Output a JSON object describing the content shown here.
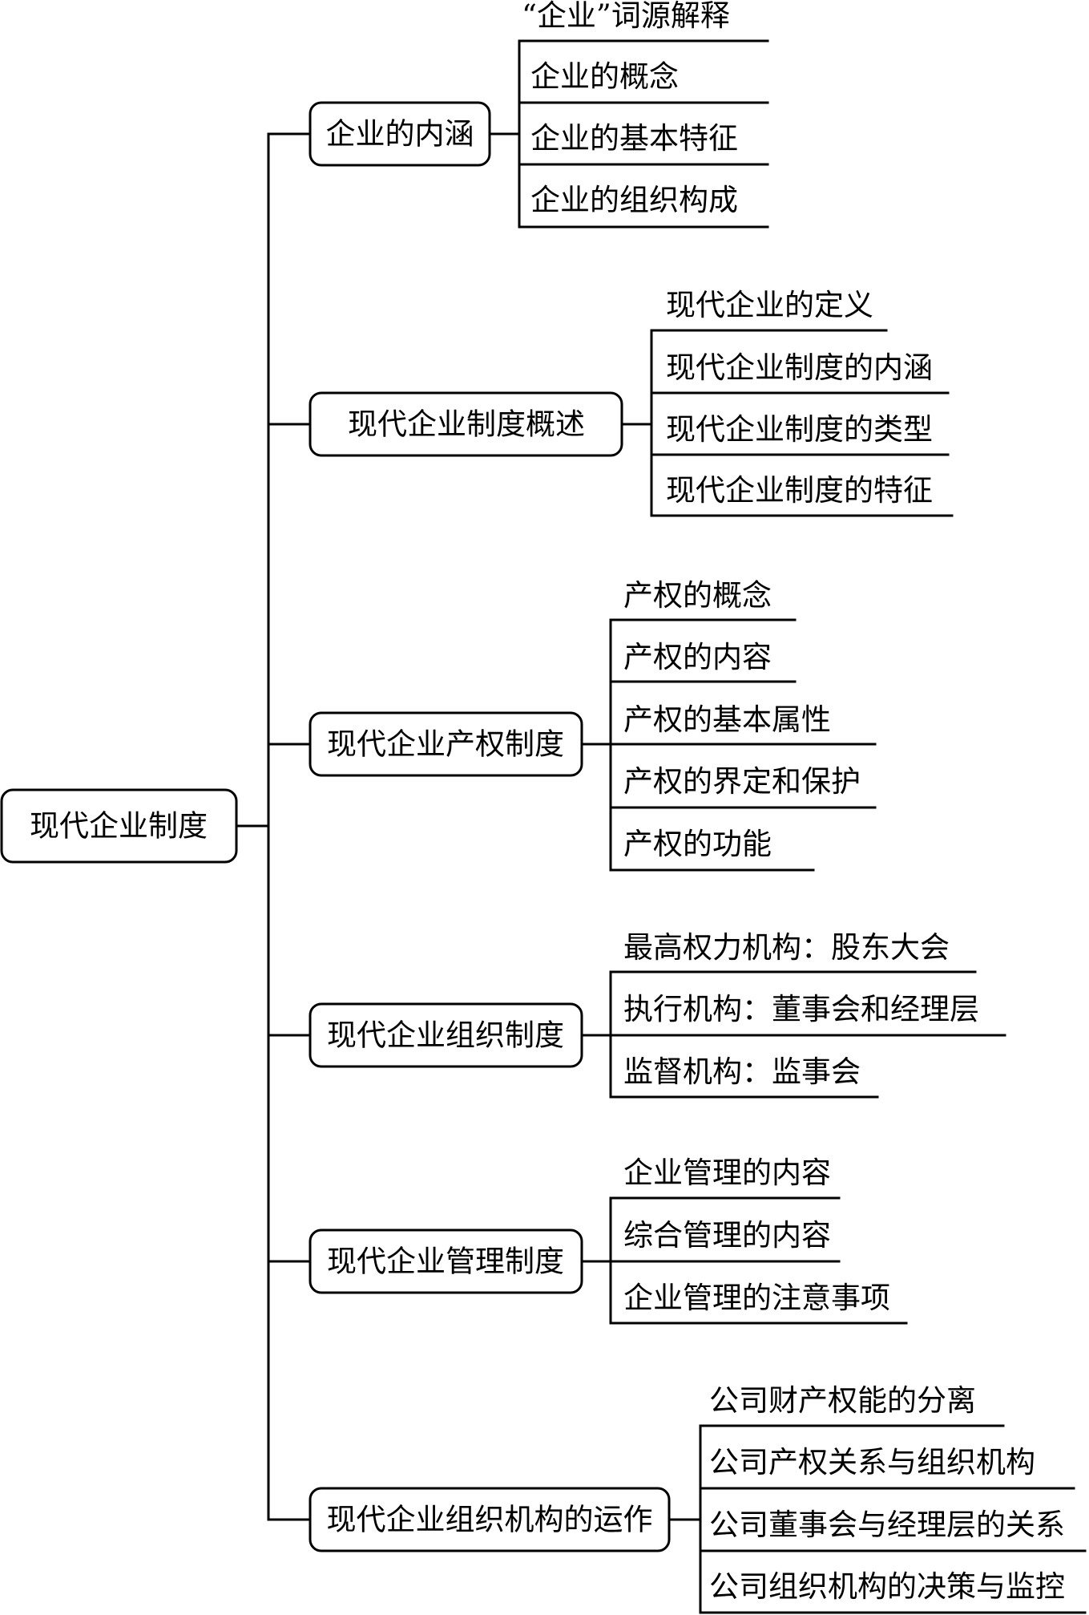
{
  "root": {
    "label": "现代企业制度"
  },
  "branches": [
    {
      "label": "企业的内涵",
      "items": [
        "“企业”词源解释",
        "企业的概念",
        "企业的基本特征",
        "企业的组织构成"
      ]
    },
    {
      "label": "现代企业制度概述",
      "items": [
        "现代企业的定义",
        "现代企业制度的内涵",
        "现代企业制度的类型",
        "现代企业制度的特征"
      ]
    },
    {
      "label": "现代企业产权制度",
      "items": [
        "产权的概念",
        "产权的内容",
        "产权的基本属性",
        "产权的界定和保护",
        "产权的功能"
      ]
    },
    {
      "label": "现代企业组织制度",
      "items": [
        "最高权力机构：股东大会",
        "执行机构：董事会和经理层",
        "监督机构：监事会"
      ]
    },
    {
      "label": "现代企业管理制度",
      "items": [
        "企业管理的内容",
        "综合管理的内容",
        "企业管理的注意事项"
      ]
    },
    {
      "label": "现代企业组织机构的运作",
      "items": [
        "公司财产权能的分离",
        "公司产权关系与组织机构",
        "公司董事会与经理层的关系",
        "公司组织机构的决策与监控"
      ]
    }
  ]
}
